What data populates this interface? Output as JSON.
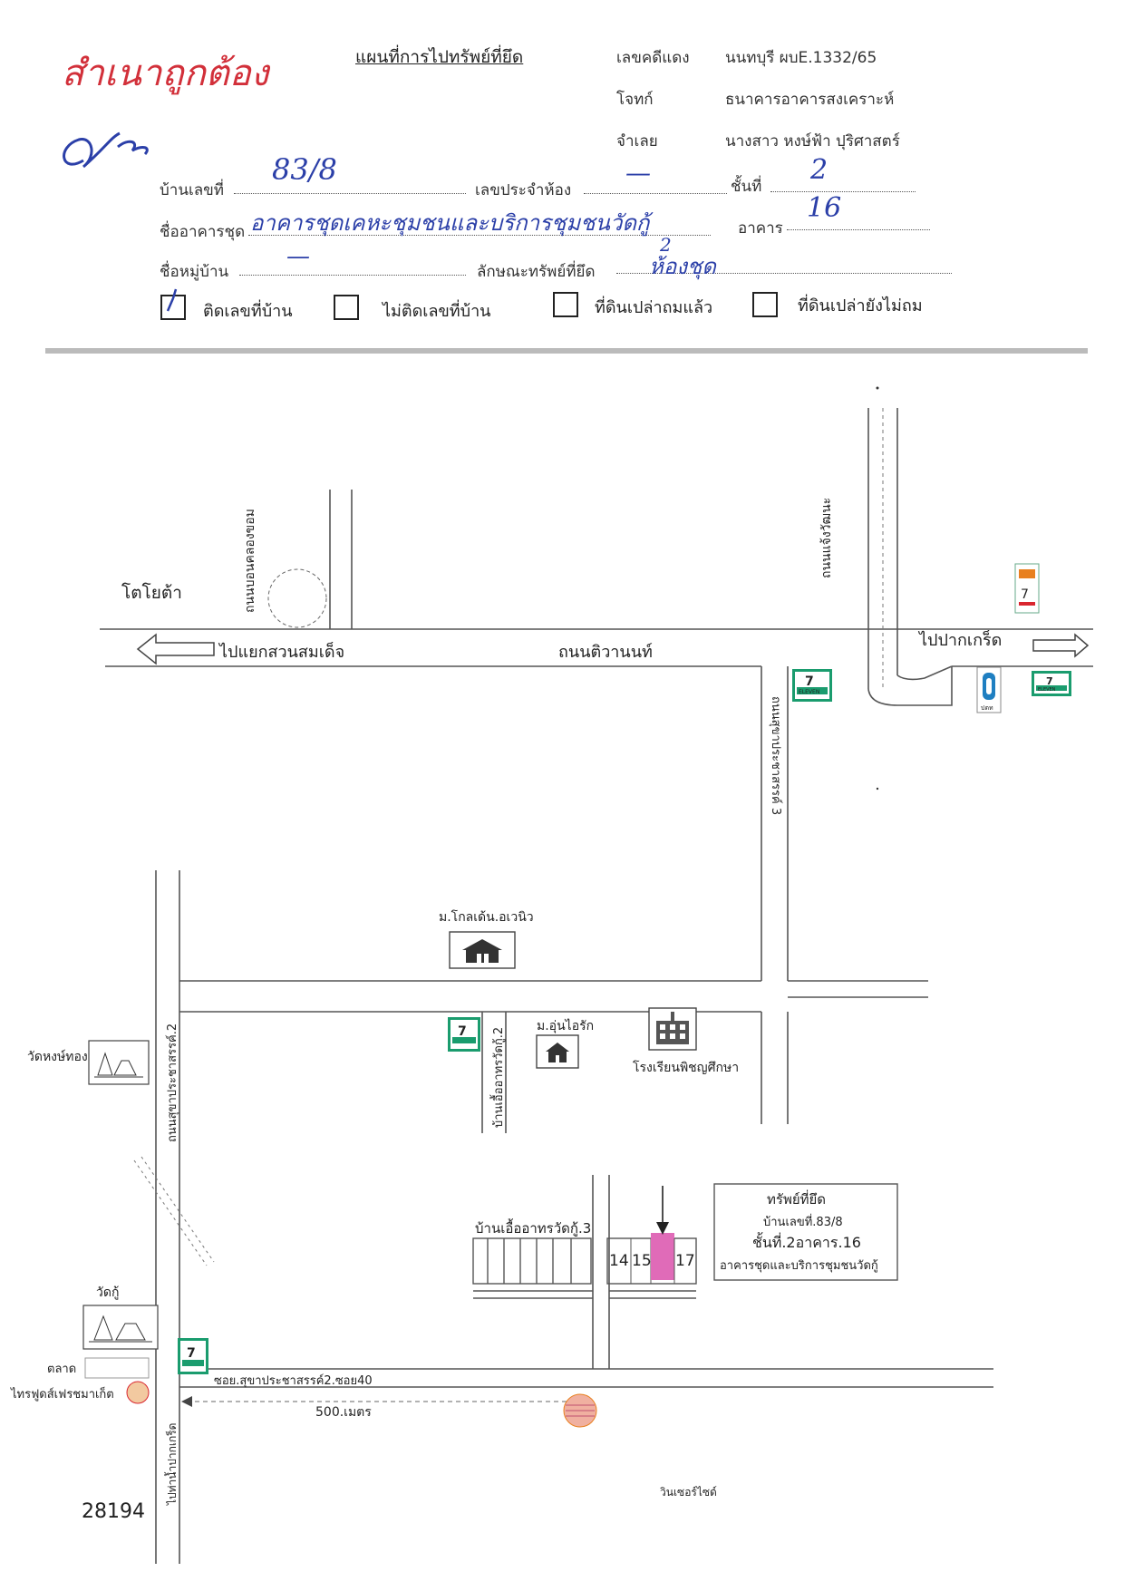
{
  "stamp": "สำเนาถูกต้อง",
  "signature": "ลงชื่อ",
  "title": "แผนที่การไปทรัพย์ที่ยึด",
  "case": {
    "case_no_label": "เลขคดีแดง",
    "case_no_value": "นนทบุรี ผบE.1332/65",
    "plaintiff_label": "โจทก์",
    "plaintiff_value": "ธนาคารอาคารสงเคราะห์",
    "defendant_label": "จำเลย",
    "defendant_value": "นางสาว หงษ์ฟ้า ปุริศาสตร์"
  },
  "form": {
    "house_no_label": "บ้านเลขที่",
    "house_no_value": "83/8",
    "room_no_label": "เลขประจำห้อง",
    "room_no_value": "—",
    "floor_label": "ชั้นที่",
    "floor_value": "2",
    "condo_name_label": "ชื่ออาคารชุด",
    "condo_name_value": "อาคารชุดเคหะชุมชนและบริการชุมชนวัดกู้",
    "building_label": "อาคาร",
    "building_value": "16",
    "village_label": "ชื่อหมู่บ้าน",
    "village_value": "—",
    "property_type_label": "ลักษณะทรัพย์ที่ยึด",
    "property_type_value": "ห้องชุด",
    "property_type_note": "2"
  },
  "checkboxes": [
    {
      "label": "ติดเลขที่บ้าน",
      "checked": true
    },
    {
      "label": "ไม่ติดเลขที่บ้าน",
      "checked": false
    },
    {
      "label": "ที่ดินเปล่าถมแล้ว",
      "checked": false
    },
    {
      "label": "ที่ดินเปล่ายังไม่ถม",
      "checked": false
    }
  ],
  "map": {
    "toyota": "โตโยต้า",
    "road_left_soi": "ถนนบอนคลองขอม",
    "road_main": "ถนนติวานนท์",
    "to_left": "ไปแยกสวนสมเด็จ",
    "to_right": "ไปปากเกร็ด",
    "road_right_vertical": "ถนนแจ้งวัฒนะ",
    "soi_3_road": "ถนนสุขาประชาสรรค์ 3",
    "golden_avenue": "ม.โกลเด้น.อเวนิว",
    "soi_2_road": "ถนนสุขาประชาสรรค์.2",
    "wat_hongthong": "วัดหงษ์ทอง",
    "ban_ua_soi": "บ้านเอื้ออาทรวัดกู้.2",
    "m_unairak": "ม.อุ่นไอรัก",
    "school": "โรงเรียนพิชญศึกษา",
    "ban_ua_3": "บ้านเอื้ออาทรวัดกู้.3",
    "wat_ku": "วัดกู้",
    "market_label": "ตลาด",
    "market_name": "ไทรฟูดส์เฟรชมาเก็ต",
    "soi_40": "ซอย.สุขาประชาสรรค์2.ซอย40",
    "distance": "500.เมตร",
    "to_pakkret_bottom": "ไปท่าน้ำปากเกร็ด",
    "windsor": "วินเซอร์ไซด์",
    "seven_eleven": "ELEVEN",
    "seven_num": "7",
    "ptt_label": "ปตท",
    "units": [
      "14",
      "15",
      "17"
    ]
  },
  "property_box": {
    "title": "ทรัพย์ที่ยึด",
    "line1": "บ้านเลขที่.83/8",
    "line2": "ชั้นที่.2อาคาร.16",
    "line3": "อาคารชุดและบริการชุมชนวัดกู้"
  },
  "doc_number": "28194",
  "colors": {
    "stamp": "#d2303a",
    "handwriting": "#2b3fa8",
    "property_highlight": "#e06bb8",
    "seven_green": "#1a9c6e",
    "seven_orange": "#e8801f",
    "seven_red": "#d9262f"
  }
}
